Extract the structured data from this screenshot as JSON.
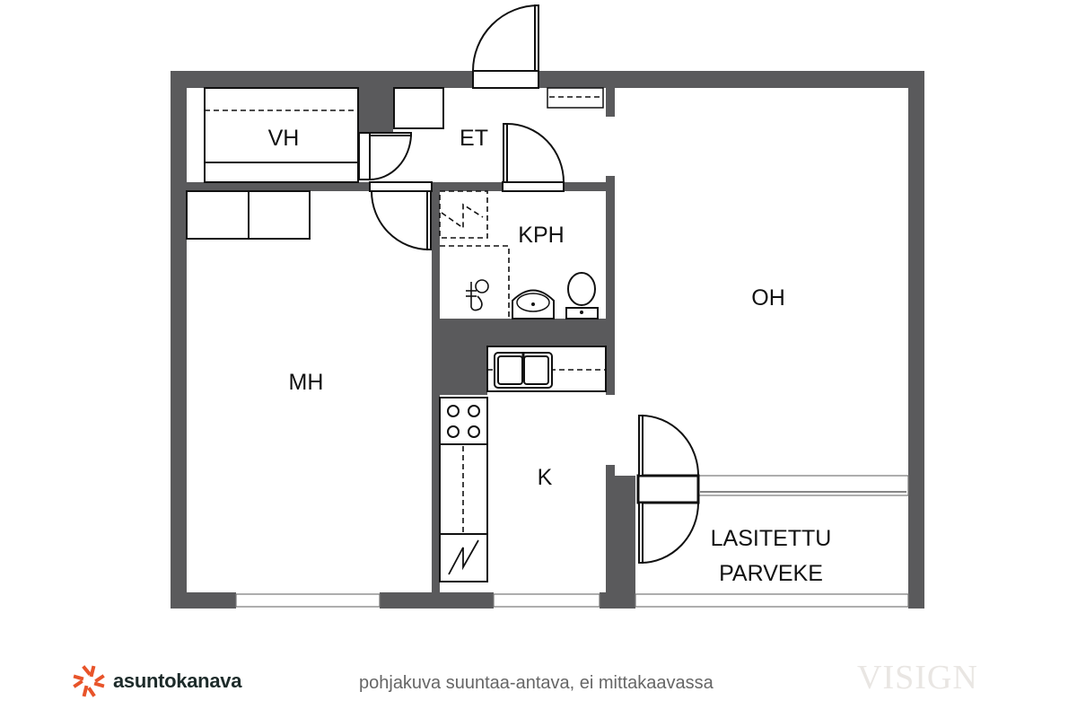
{
  "rooms": {
    "vh": "VH",
    "et": "ET",
    "kph": "KPH",
    "oh": "OH",
    "mh": "MH",
    "k": "K",
    "balcony_line1": "LASITETTU",
    "balcony_line2": "PARVEKE"
  },
  "footer": {
    "brand": "asuntokanava",
    "disclaimer": "pohjakuva suuntaa-antava, ei mittakaavassa",
    "watermark": "VISIGN"
  },
  "colors": {
    "wall": "#5a5a5c",
    "brand_accent": "#e8542a",
    "brand_text": "#1d2b2a"
  }
}
